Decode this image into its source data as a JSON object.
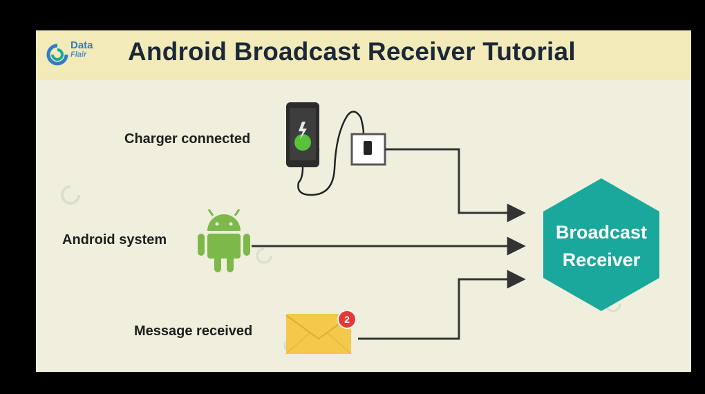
{
  "header": {
    "logo_line1": "Data",
    "logo_line2": "Flair",
    "title": "Android Broadcast Receiver Tutorial"
  },
  "sources": [
    {
      "label": "Charger connected",
      "icon": "phone-charging-icon"
    },
    {
      "label": "Android system",
      "icon": "android-robot-icon"
    },
    {
      "label": "Message received",
      "icon": "envelope-icon"
    }
  ],
  "target": {
    "line1": "Broadcast",
    "line2": "Receiver",
    "icon": "hexagon-shape"
  },
  "notification_badge": "2",
  "colors": {
    "header_bg": "#f2eab8",
    "slide_bg": "#f0efdd",
    "hexagon": "#1aa89c",
    "android_green": "#7cb84a",
    "envelope": "#f3c84b",
    "badge": "#e53935",
    "arrow": "#333333"
  }
}
